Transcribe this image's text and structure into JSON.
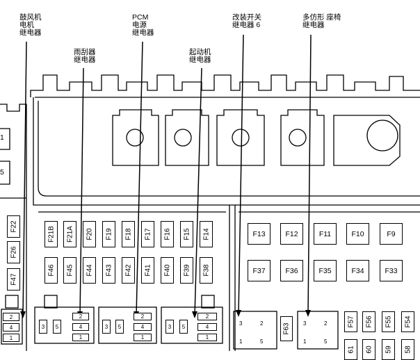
{
  "callouts": [
    {
      "id": "blower",
      "lines": [
        "鼓风机",
        "电机",
        "继电器"
      ]
    },
    {
      "id": "wiper",
      "lines": [
        "雨刮器",
        "继电器"
      ]
    },
    {
      "id": "pcm",
      "lines": [
        "PCM",
        "电源",
        "继电器"
      ]
    },
    {
      "id": "starter",
      "lines": [
        "起动机",
        "继电器"
      ]
    },
    {
      "id": "mod",
      "lines": [
        "改装开关",
        "继电器 6"
      ]
    },
    {
      "id": "seat",
      "lines": [
        "多仿形 座椅",
        "继电器"
      ]
    }
  ],
  "left_fuses": [
    "F22",
    "F26",
    "F47"
  ],
  "left_partial": [
    "1",
    "5"
  ],
  "top_row_fuses": [
    "F21B",
    "F21A",
    "F20",
    "F19",
    "F18",
    "F17",
    "F16",
    "F15",
    "F14"
  ],
  "bottom_row_fuses": [
    "F46",
    "F45",
    "F44",
    "F43",
    "F42",
    "F41",
    "F40",
    "F39",
    "F38"
  ],
  "right_top_fuses": [
    "F13",
    "F12",
    "F11",
    "F10",
    "F9"
  ],
  "right_bottom_fuses": [
    "F37",
    "F36",
    "F35",
    "F34",
    "F33"
  ],
  "relay_pins": {
    "a": "3",
    "b": "5",
    "c": "2",
    "d": "4",
    "e": "1"
  },
  "small_relay_pins": {
    "a": "3",
    "b": "2",
    "c": "1",
    "d": "5"
  },
  "f63": "F63",
  "edge_fuses": [
    "F57",
    "F56",
    "F55",
    "F54"
  ],
  "edge_partial": [
    "61",
    "60",
    "59",
    "58"
  ]
}
